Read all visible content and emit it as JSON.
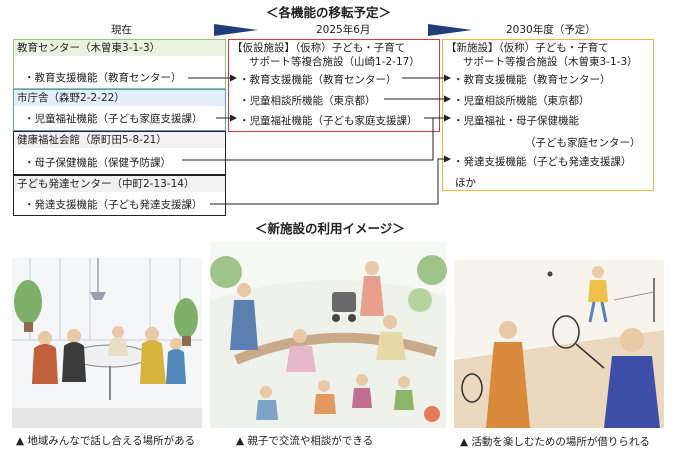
{
  "section_titles": {
    "relocation": "＜各機能の移転予定＞",
    "image": "＜新施設の利用イメージ＞"
  },
  "timeline": {
    "current": "現在",
    "interim": "2025年6月",
    "future": "2030年度（予定）"
  },
  "current_facilities": [
    {
      "name": "教育センター（木曽東3-1-3）",
      "functions": [
        "・教育支援機能（教育センター）"
      ]
    },
    {
      "name": "市庁舎（森野2-2-22）",
      "functions": [
        "・児童福祉機能（子ども家庭支援課）"
      ]
    },
    {
      "name": "健康福祉会館（原町田5-8-21）",
      "functions": [
        "・母子保健機能（保健予防課）"
      ]
    },
    {
      "name": "子ども発達センター（中町2-13-14）",
      "functions": [
        "・発達支援機能（子ども発達支援課）"
      ]
    }
  ],
  "interim_facility": {
    "title_line1": "【仮設施設】（仮称）子ども・子育て",
    "title_line2": "サポート等複合施設（山崎1-2-17）",
    "functions": [
      "・教育支援機能（教育センター）",
      "・児童相談所機能（東京都）",
      "・児童福祉機能（子ども家庭支援課）"
    ]
  },
  "future_facility": {
    "title_line1": "【新施設】（仮称）子ども・子育て",
    "title_line2": "サポート等複合施設（木曽東3-1-3）",
    "functions": [
      "・教育支援機能（教育センター）",
      "・児童相談所機能（東京都）",
      "・児童福祉・母子保健機能",
      "（子ども家庭センター）",
      "・発達支援機能（子ども発達支援課）",
      "ほか"
    ]
  },
  "captions": [
    "▲ 地域みんなで話し合える場所がある",
    "▲ 親子で交流や相談ができる",
    "▲ 活動を楽しむための場所が借りられる"
  ],
  "colors": {
    "green": "#9bc57a",
    "blue": "#5b9bd5",
    "red": "#e0353a",
    "orange": "#f5b63c",
    "navy": "#1f3e7a",
    "black": "#222222"
  }
}
